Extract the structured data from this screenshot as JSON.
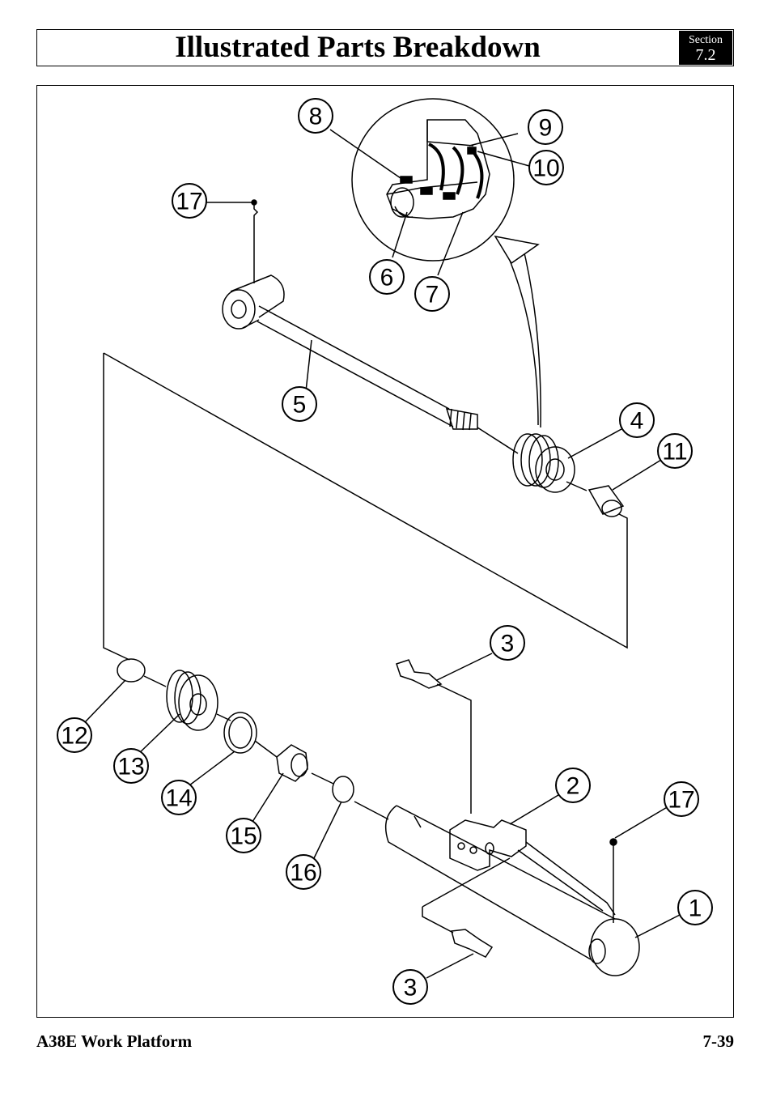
{
  "header": {
    "title": "Illustrated Parts Breakdown",
    "section_label": "Section",
    "section_number": "7.2"
  },
  "callouts": [
    "8",
    "9",
    "10",
    "17",
    "6",
    "7",
    "5",
    "4",
    "11",
    "3",
    "12",
    "13",
    "14",
    "15",
    "16",
    "2",
    "17",
    "1",
    "3"
  ],
  "footer": {
    "product": "A38E Work Platform",
    "page": "7-39"
  }
}
